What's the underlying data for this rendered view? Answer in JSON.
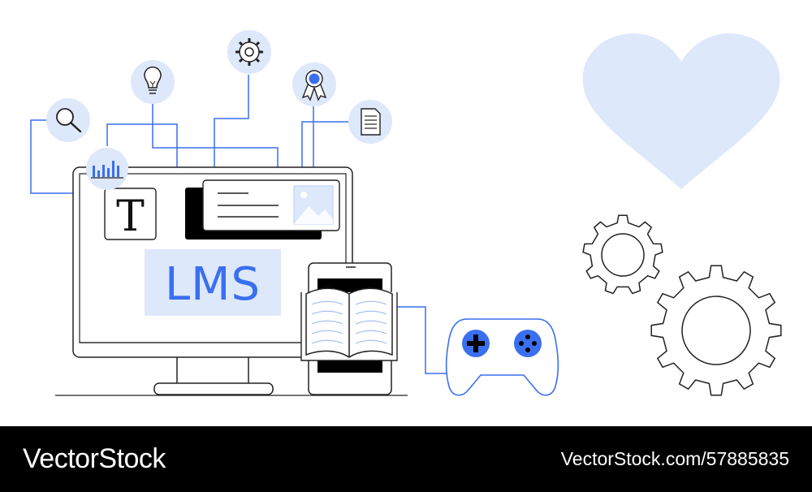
{
  "illustration": {
    "screen_label": "LMS",
    "text_icon_glyph": "T",
    "icons": [
      "search-icon",
      "lightbulb-icon",
      "gear-icon",
      "award-ribbon-icon",
      "document-icon",
      "bar-chart-icon",
      "image-icon",
      "open-book-icon",
      "gamepad-icon",
      "heart-icon",
      "gears-icon"
    ],
    "colors": {
      "accent": "#3a6ff0",
      "light_blue": "#dde8fb",
      "line": "#222222",
      "white": "#ffffff"
    }
  },
  "footer": {
    "brand": "VectorStock",
    "url": "VectorStock.com/57885835"
  }
}
